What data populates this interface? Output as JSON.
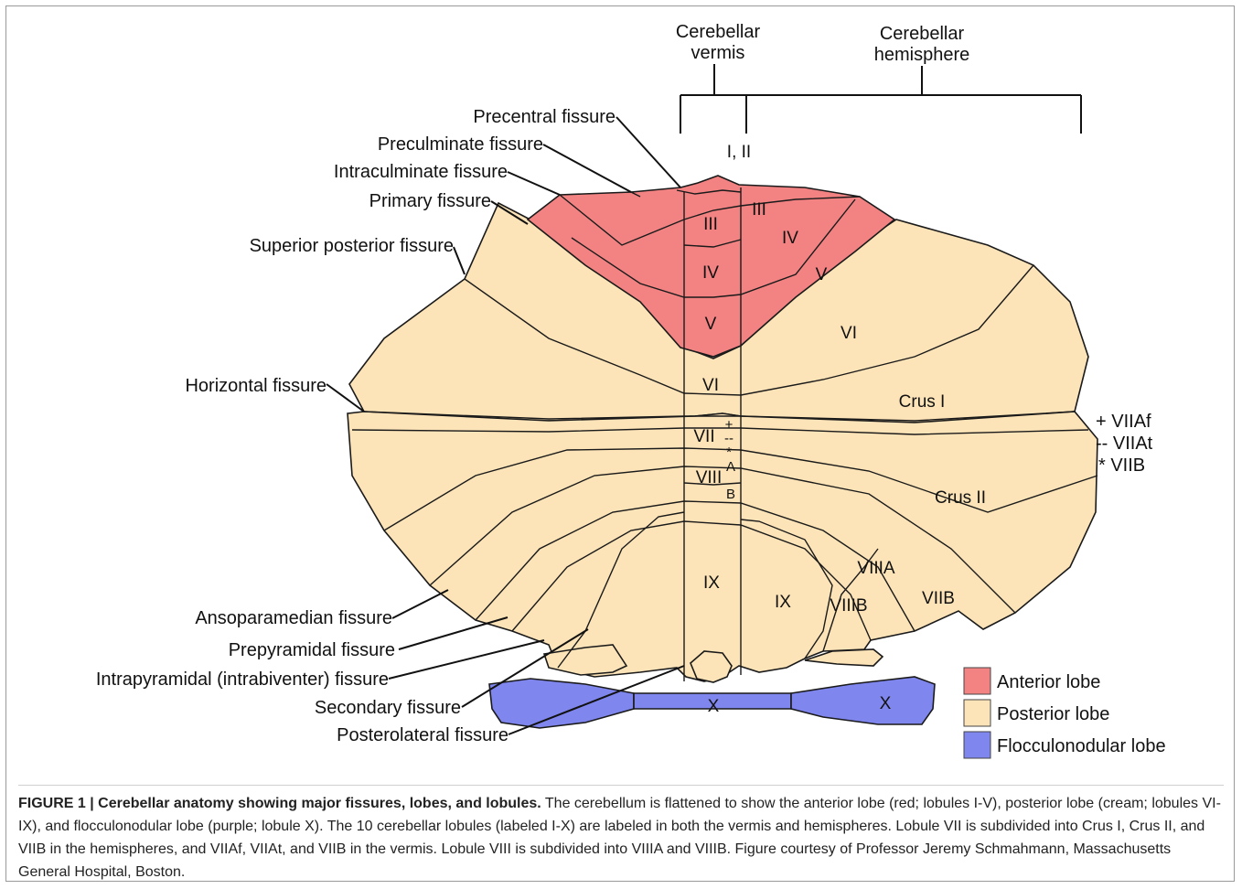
{
  "colors": {
    "anterior": "#f38383",
    "posterior": "#fde4b8",
    "flocculonodular": "#7f86ee",
    "outline": "#1a1a1a"
  },
  "header": {
    "vermis_line1": "Cerebellar",
    "vermis_line2": "vermis",
    "hemisphere_line1": "Cerebellar",
    "hemisphere_line2": "hemisphere"
  },
  "fissures": {
    "precentral": "Precentral fissure",
    "preculminate": "Preculminate fissure",
    "intraculminate": "Intraculminate fissure",
    "primary": "Primary fissure",
    "superior_posterior": "Superior posterior fissure",
    "horizontal": "Horizontal fissure",
    "ansoparamedian": "Ansoparamedian fissure",
    "prepyramidal": "Prepyramidal fissure",
    "intrapyramidal": "Intrapyramidal (intrabiventer) fissure",
    "secondary": "Secondary fissure",
    "posterolateral": "Posterolateral fissure"
  },
  "lobules": {
    "i_ii": "I, II",
    "iii": "III",
    "iv": "IV",
    "v": "V",
    "vi": "VI",
    "vii": "VII",
    "viii": "VIII",
    "ix": "IX",
    "x": "X",
    "crus_i": "Crus I",
    "crus_ii": "Crus II",
    "viiia": "VIIIA",
    "viiib": "VIIIB",
    "viib": "VIIB",
    "mark_plus": "+",
    "mark_dash": "--",
    "mark_star": "*",
    "sub_a": "A",
    "sub_b": "B"
  },
  "key": {
    "viiaf": "+ VIIAf",
    "viiat": "-- VIIAt",
    "viib": "* VIIB"
  },
  "legend": {
    "anterior": "Anterior lobe",
    "posterior": "Posterior lobe",
    "flocculonodular": "Flocculonodular lobe"
  },
  "caption": {
    "title": "FIGURE 1 | Cerebellar anatomy showing major fissures, lobes, and lobules.",
    "body": " The cerebellum is flattened to show the anterior lobe (red; lobules I-V), posterior lobe (cream; lobules VI-IX), and flocculonodular lobe (purple; lobule X). The 10 cerebellar lobules (labeled I-X) are labeled in both the vermis and hemispheres. Lobule VII is subdivided into Crus I, Crus II, and VIIB in the hemispheres, and VIIAf, VIIAt, and VIIB in the vermis. Lobule VIII is subdivided into VIIIA and VIIIB. Figure courtesy of Professor Jeremy Schmahmann, Massachusetts General Hospital, Boston."
  }
}
